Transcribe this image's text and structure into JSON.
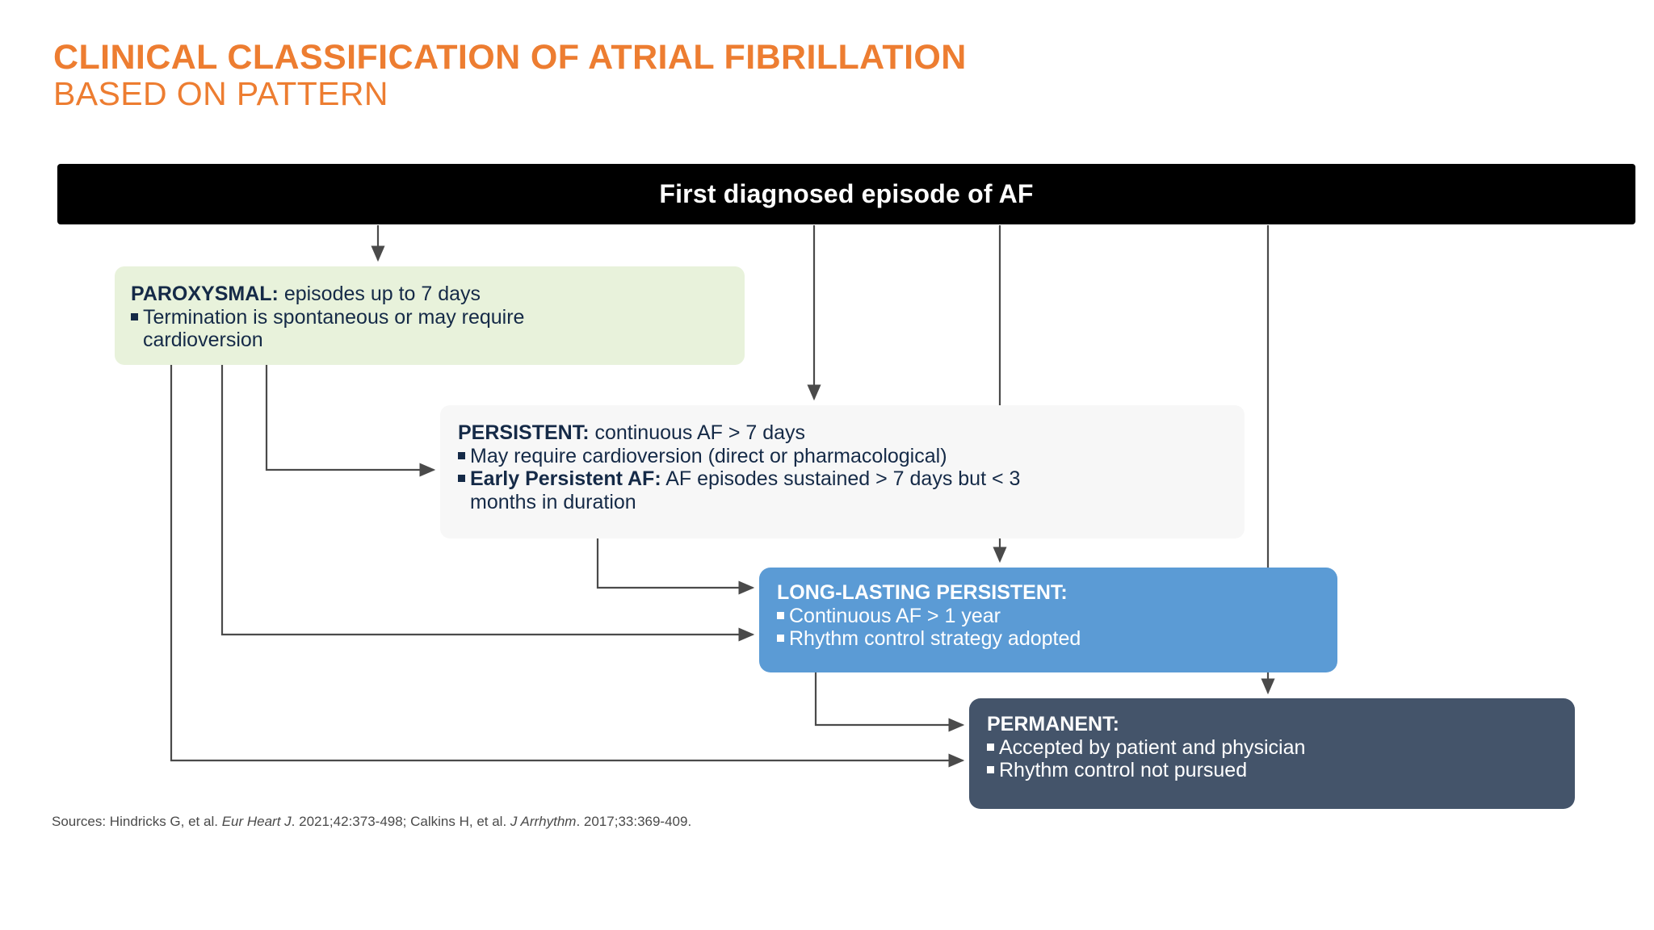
{
  "title": {
    "line1": "CLINICAL CLASSIFICATION OF ATRIAL FIBRILLATION",
    "line2": "BASED ON PATTERN",
    "color": "#ED7D31"
  },
  "header": {
    "label": "First diagnosed episode of AF",
    "background": "#000000",
    "text_color": "#FFFFFF"
  },
  "nodes": {
    "paroxysmal": {
      "title": "PAROXYSMAL:",
      "title_rest": " episodes up to 7 days",
      "bullets": [
        {
          "line1": "Termination is spontaneous or may require",
          "line2": "cardioversion"
        }
      ],
      "background": "#E8F2DB",
      "text_color": "#152A47"
    },
    "persistent": {
      "title": "PERSISTENT:",
      "title_rest": " continuous AF > 7 days",
      "bullets": [
        {
          "line1": "May require cardioversion (direct or pharmacological)",
          "line2": ""
        },
        {
          "bold": "Early Persistent AF:",
          "line1": " AF episodes sustained > 7 days but < 3",
          "line2": "months in duration"
        }
      ],
      "background": "#F7F7F7",
      "text_color": "#152A47"
    },
    "long_lasting_persistent": {
      "title": "LONG-LASTING PERSISTENT:",
      "title_rest": "",
      "bullets": [
        {
          "line1": "Continuous AF > 1 year",
          "line2": ""
        },
        {
          "line1": "Rhythm control strategy adopted",
          "line2": ""
        }
      ],
      "background": "#5B9BD5",
      "text_color": "#FFFFFF"
    },
    "permanent": {
      "title": "PERMANENT:",
      "title_rest": "",
      "bullets": [
        {
          "line1": "Accepted by patient and physician",
          "line2": ""
        },
        {
          "line1": "Rhythm control not pursued",
          "line2": ""
        }
      ],
      "background": "#44546A",
      "text_color": "#FFFFFF"
    }
  },
  "sources": {
    "prefix": "Sources: Hindricks G, et al. ",
    "journal1": "Eur Heart J",
    "mid": ". 2021;42:373-498; Calkins H, et al. ",
    "journal2": "J Arrhythm",
    "suffix": ". 2017;33:369-409."
  },
  "connectors": {
    "color": "#4A4A4A",
    "description": "arrows from header bar to each classification node, and cascading arrows between nodes"
  }
}
